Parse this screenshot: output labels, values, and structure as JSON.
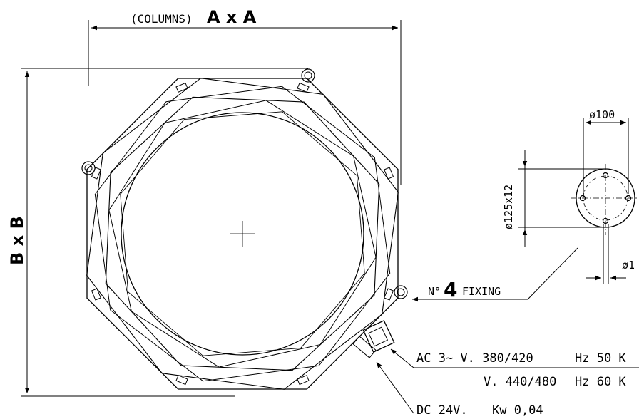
{
  "dim_top": {
    "prefix": "(COLUMNS)",
    "value": "A x A"
  },
  "dim_left": {
    "value": "B x B"
  },
  "detail": {
    "dia_top": "ø100",
    "dia_left": "ø125x12",
    "dia_bottom": "ø1"
  },
  "fixing": {
    "prefix": "N°",
    "number": "4",
    "text": "FIXING"
  },
  "power": {
    "line1": {
      "a": "AC 3~ V. 380/420",
      "b": "Hz 50 K"
    },
    "line2": {
      "a": "V. 440/480",
      "b": "Hz 60 K"
    },
    "line3": {
      "a": "DC 24V.",
      "b": "Kw 0,04"
    }
  }
}
